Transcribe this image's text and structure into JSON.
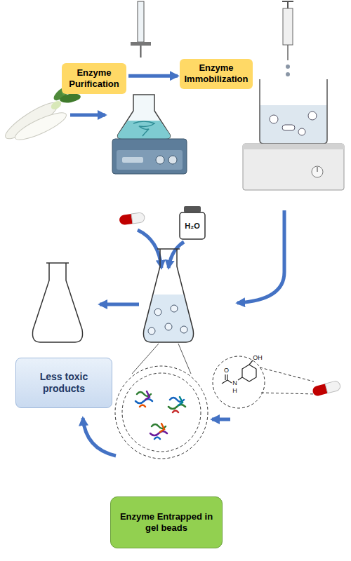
{
  "diagram": {
    "nodes": [
      {
        "text": [
          "Enzyme Purification"
        ]
      },
      {
        "text": [
          "Enzyme Immobilization"
        ]
      },
      {
        "text": [
          "Less toxic products"
        ]
      },
      {
        "text": [
          "Enzyme Entrapped in gel beads"
        ]
      }
    ],
    "edges": [
      {
        "from": 0,
        "to": 1,
        "arrow": "to"
      }
    ],
    "labels": [
      "H₂O",
      "OH",
      "O",
      "N",
      "H"
    ]
  }
}
